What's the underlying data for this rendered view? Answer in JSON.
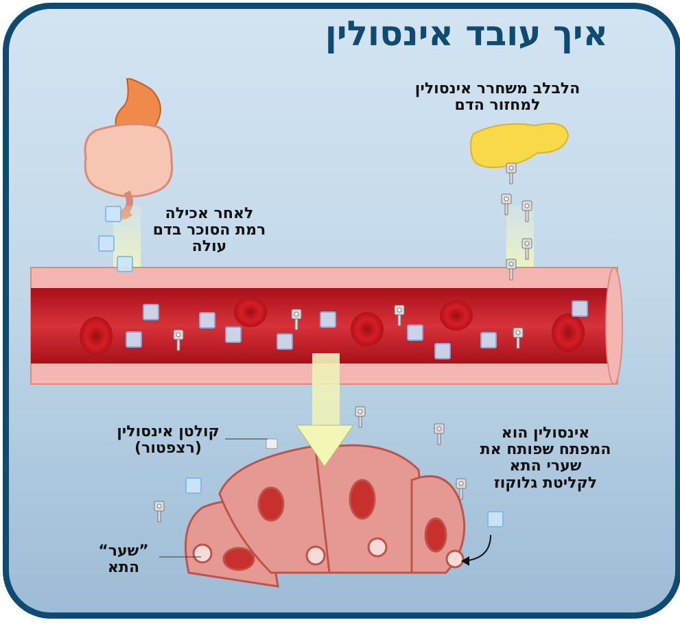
{
  "title": "איך עובד אינסולין",
  "labels": {
    "pancreas": [
      "הלבלב משחרר אינסולין",
      "למחזור הדם"
    ],
    "after_eating": [
      "לאחר אכילה",
      "רמת הסוכר בדם",
      "עולה"
    ],
    "receptor": [
      "קולטן אינסולין",
      "(רצפטור)"
    ],
    "insulin_key": [
      "אינסולין הוא",
      "המפתח שפותח את",
      "שערי התא",
      "לקליטת גלוקוז"
    ],
    "cell_gate": [
      "”שער“",
      "התא"
    ]
  },
  "colors": {
    "frame": "#0f4a72",
    "blood": "#c0202a",
    "vessel_wall": "#f4b6b0",
    "cell": "#e49a92",
    "arrow": "#f4f6c0"
  }
}
